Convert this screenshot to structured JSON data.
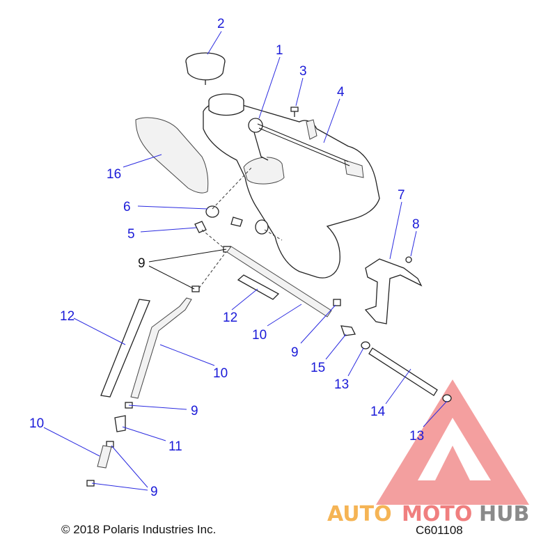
{
  "callouts": [
    {
      "id": "c2",
      "text": "2"
    },
    {
      "id": "c1",
      "text": "1"
    },
    {
      "id": "c3",
      "text": "3"
    },
    {
      "id": "c4",
      "text": "4"
    },
    {
      "id": "c16",
      "text": "16"
    },
    {
      "id": "c6",
      "text": "6"
    },
    {
      "id": "c5",
      "text": "5"
    },
    {
      "id": "c9a",
      "text": "9"
    },
    {
      "id": "c7",
      "text": "7"
    },
    {
      "id": "c8",
      "text": "8"
    },
    {
      "id": "c12a",
      "text": "12"
    },
    {
      "id": "c12b",
      "text": "12"
    },
    {
      "id": "c10a",
      "text": "10"
    },
    {
      "id": "c10b",
      "text": "10"
    },
    {
      "id": "c9b",
      "text": "9"
    },
    {
      "id": "c15",
      "text": "15"
    },
    {
      "id": "c13a",
      "text": "13"
    },
    {
      "id": "c14",
      "text": "14"
    },
    {
      "id": "c13b",
      "text": "13"
    },
    {
      "id": "c9c",
      "text": "9"
    },
    {
      "id": "c11",
      "text": "11"
    },
    {
      "id": "c10c",
      "text": "10"
    },
    {
      "id": "c9d",
      "text": "9"
    }
  ],
  "footer": {
    "copyright": "© 2018 Polaris Industries Inc.",
    "drawing_code": "C601108"
  },
  "watermark": {
    "part1": "AUTO",
    "part2": "MOTO",
    "part3": "HUB",
    "colors": {
      "auto": "#f5b455",
      "moto": "#f07f7f",
      "hub": "#8a8a8a",
      "triangle": "#f07f7f"
    }
  },
  "colors": {
    "callout": "#1a1ad8",
    "leader": "#2a2ae0"
  }
}
